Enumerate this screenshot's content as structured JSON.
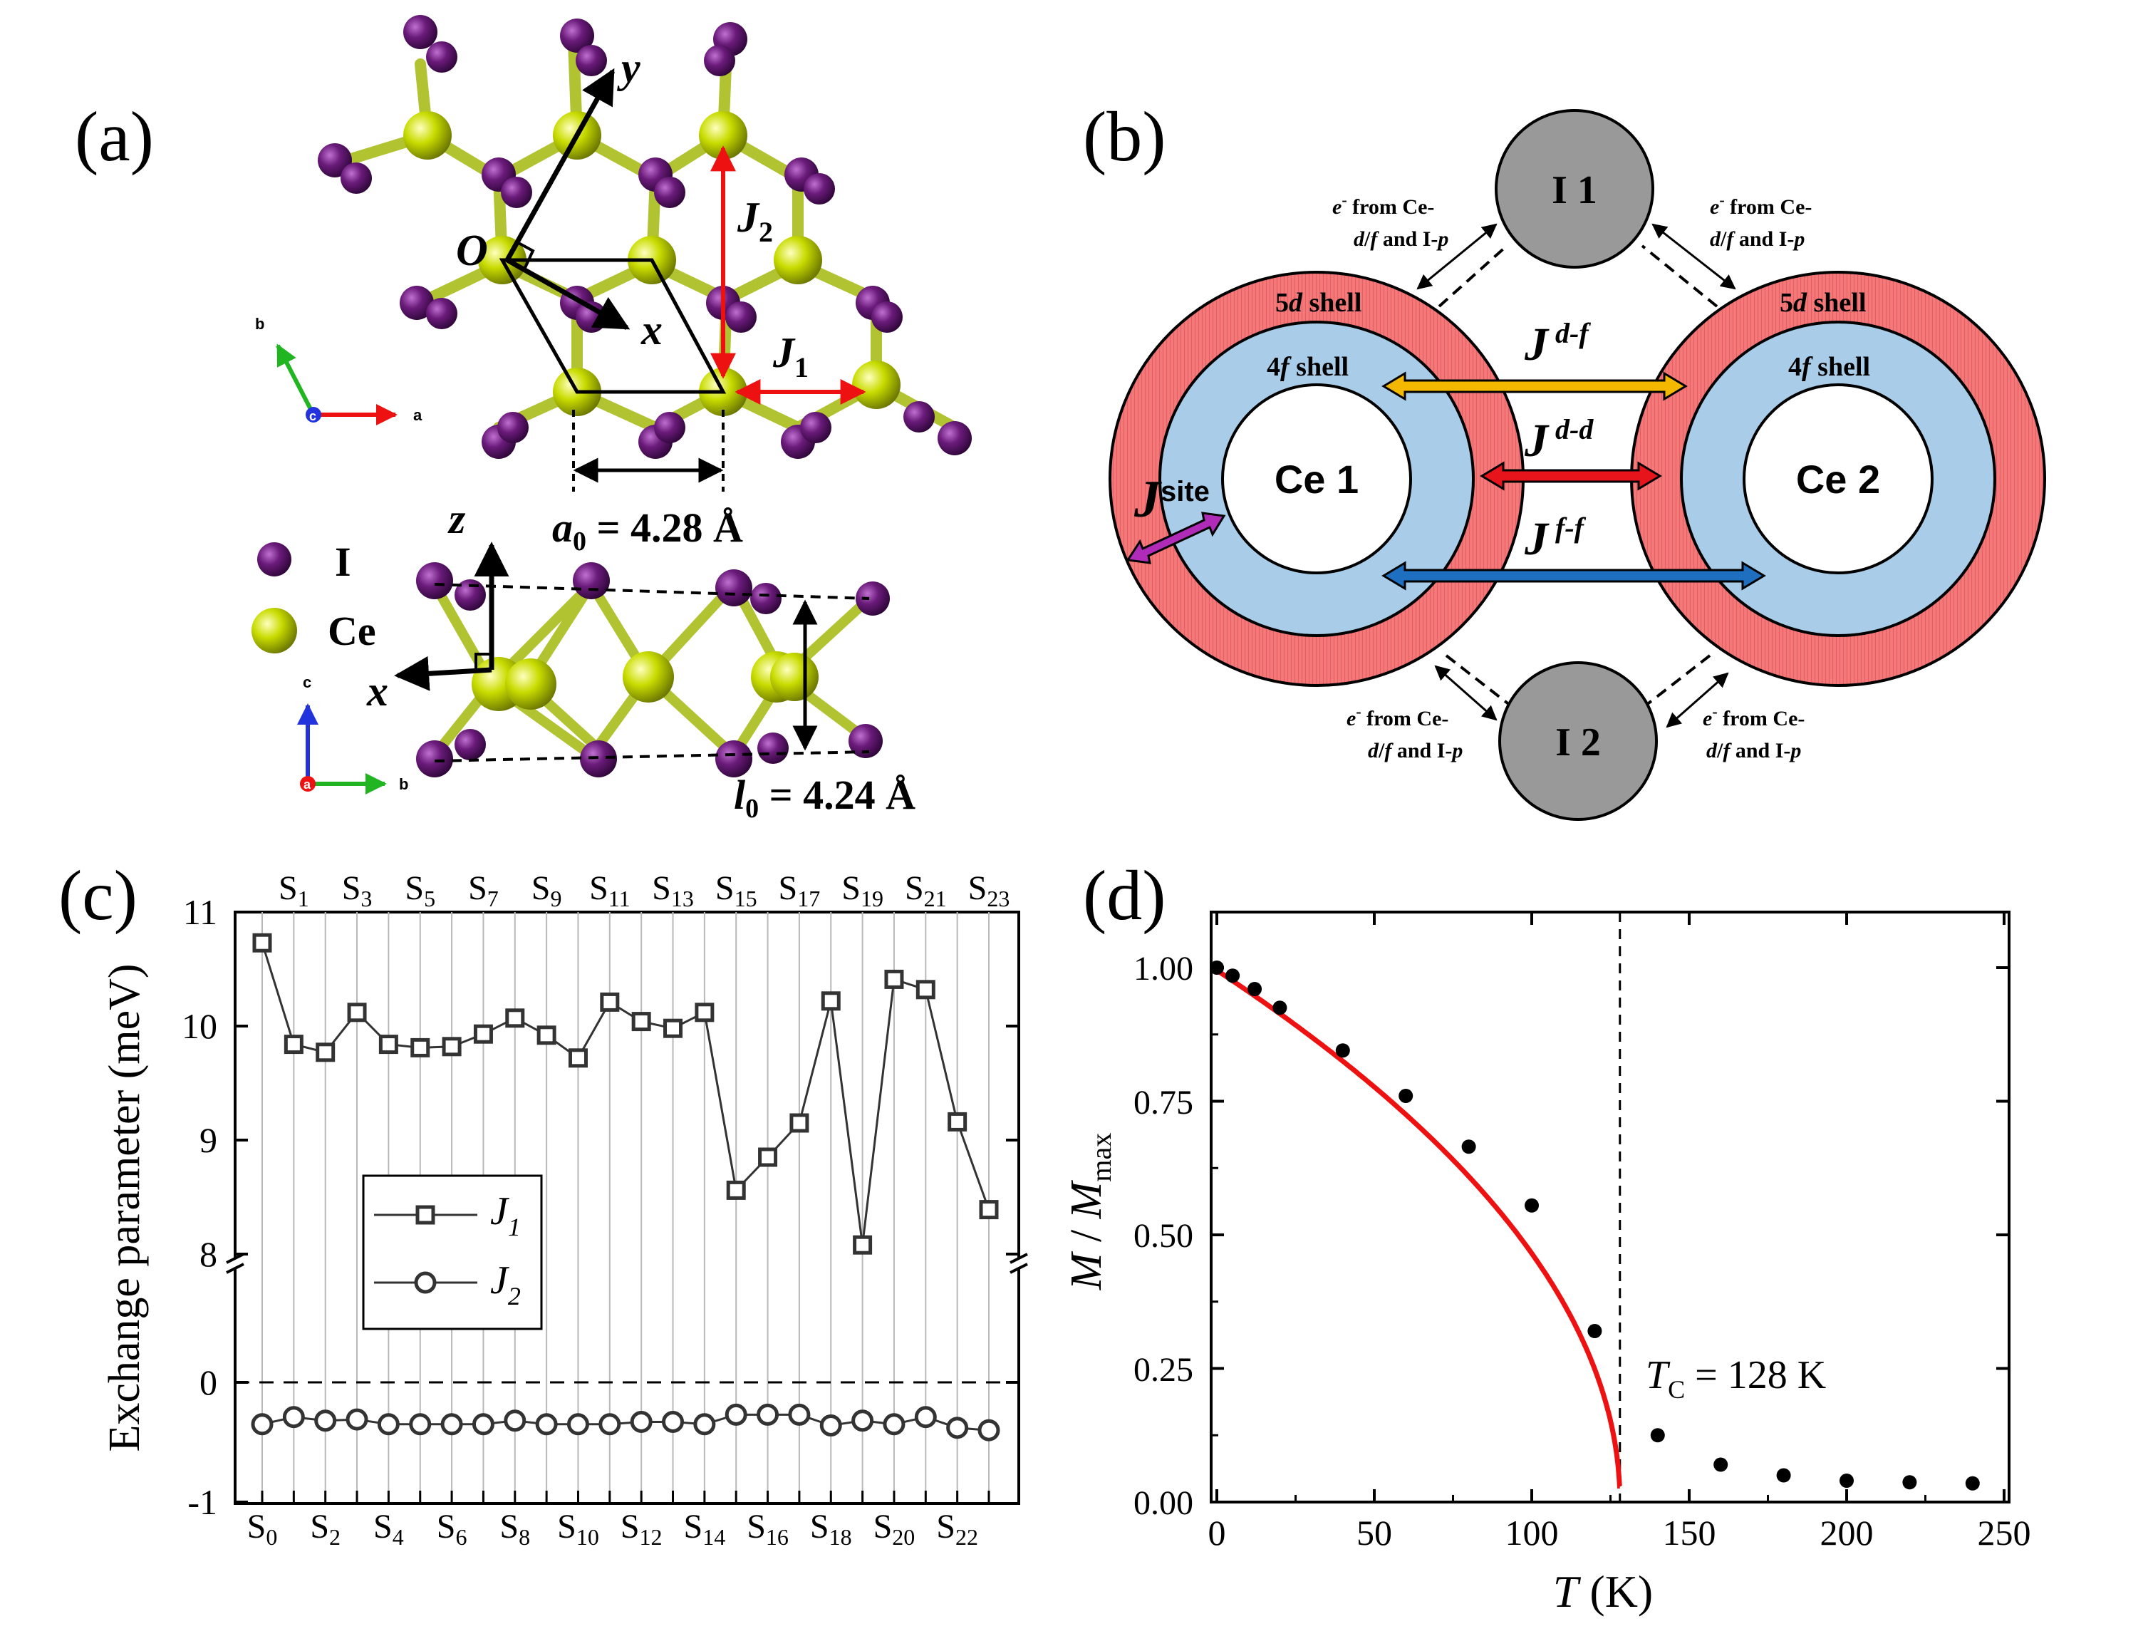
{
  "colors": {
    "iodine": "#6a1b7a",
    "cerium": "#c8dc00",
    "shell_5d": "#f47a7a",
    "shell_4f": "#a9cde8",
    "iodine_node": "#999999",
    "arrow_df": "#f5b800",
    "arrow_dd": "#e8141c",
    "arrow_ff": "#1f6fc0",
    "arrow_site": "#b02cb8",
    "fit_curve": "#ee1111",
    "vector_red": "#ee1111"
  },
  "panel_a": {
    "label": "(a)",
    "axis_x": "x",
    "axis_y": "y",
    "axis_z": "z",
    "origin": "O",
    "j1": "J",
    "j1_sub": "1",
    "j2": "J",
    "j2_sub": "2",
    "a0_text": "a",
    "a0_sub": "0",
    "a0_value": " = 4.28 Å",
    "l0_text": "l",
    "l0_sub": "0",
    "l0_value": " = 4.24 Å",
    "legend_i": "I",
    "legend_ce": "Ce",
    "triad_top": {
      "b": "b",
      "a": "a",
      "c": "c"
    },
    "triad_bottom": {
      "c": "c",
      "a": "a",
      "b": "b"
    }
  },
  "panel_b": {
    "label": "(b)",
    "ce1": "Ce 1",
    "ce2": "Ce 2",
    "i1": "I 1",
    "i2": "I 2",
    "shell5d_num": "5",
    "shell5d_d": "d",
    "shell5d_word": " shell",
    "shell4f_num": "4",
    "shell4f_f": "f",
    "shell4f_word": " shell",
    "j": "J",
    "jdf_sup": " d-f",
    "jdd_sup": " d-d",
    "jff_sup": " f-f",
    "jsite_sup": "site",
    "transfer_e": "e",
    "transfer_minus": "-",
    "transfer_line1": " from Ce-",
    "transfer_d": "d",
    "transfer_slash": "/",
    "transfer_f": "f",
    "transfer_and": " and I-",
    "transfer_p": "p"
  },
  "panel_c": {
    "label": "(c)",
    "ylabel": "Exchange parameter (meV)",
    "yticks": [
      "11",
      "10",
      "9",
      "8",
      "0",
      "-1"
    ],
    "top_labels": [
      "S1",
      "S3",
      "S5",
      "S7",
      "S9",
      "S11",
      "S13",
      "S15",
      "S17",
      "S19",
      "S21",
      "S23"
    ],
    "bottom_labels": [
      "S0",
      "S2",
      "S4",
      "S6",
      "S8",
      "S10",
      "S12",
      "S14",
      "S16",
      "S18",
      "S20",
      "S22"
    ],
    "legend": [
      {
        "letter": "J",
        "sub": "1"
      },
      {
        "letter": "J",
        "sub": "2"
      }
    ]
  },
  "panel_d": {
    "label": "(d)",
    "xlabel_var": "T",
    "xlabel_unit": " (K)",
    "ylabel_m": "M",
    "ylabel_slash": " / ",
    "ylabel_m2": "M",
    "ylabel_sub": "max",
    "xticks": [
      "0",
      "50",
      "100",
      "150",
      "200",
      "250"
    ],
    "yticks": [
      "0.00",
      "0.25",
      "0.50",
      "0.75",
      "1.00"
    ],
    "tc_var": "T",
    "tc_sub": "C",
    "tc_value": " = 128 K"
  },
  "chart_data": [
    {
      "type": "line",
      "panel": "(c)",
      "ylabel": "Exchange parameter (meV)",
      "x": [
        "S0",
        "S1",
        "S2",
        "S3",
        "S4",
        "S5",
        "S6",
        "S7",
        "S8",
        "S9",
        "S10",
        "S11",
        "S12",
        "S13",
        "S14",
        "S15",
        "S16",
        "S17",
        "S18",
        "S19",
        "S20",
        "S21",
        "S22",
        "S23"
      ],
      "ylim": [
        -1,
        11
      ],
      "y_axis_break": [
        0.2,
        8
      ],
      "series": [
        {
          "name": "J1",
          "marker": "square",
          "values": [
            10.73,
            9.84,
            9.77,
            10.12,
            9.84,
            9.81,
            9.82,
            9.93,
            10.07,
            9.92,
            9.72,
            10.21,
            10.04,
            9.98,
            10.12,
            8.56,
            8.85,
            9.15,
            10.22,
            8.08,
            10.41,
            10.32,
            9.16,
            8.39
          ]
        },
        {
          "name": "J2",
          "marker": "circle",
          "values": [
            -0.35,
            -0.29,
            -0.32,
            -0.31,
            -0.35,
            -0.35,
            -0.35,
            -0.35,
            -0.32,
            -0.35,
            -0.35,
            -0.35,
            -0.33,
            -0.33,
            -0.35,
            -0.27,
            -0.27,
            -0.27,
            -0.36,
            -0.32,
            -0.35,
            -0.29,
            -0.38,
            -0.4
          ]
        }
      ],
      "reference_line": 0,
      "grid": "vertical"
    },
    {
      "type": "scatter",
      "panel": "(d)",
      "xlabel": "T (K)",
      "ylabel": "M / Mmax",
      "xlim": [
        0,
        250
      ],
      "ylim": [
        0,
        1.1
      ],
      "series": [
        {
          "name": "data",
          "x": [
            0,
            5,
            12,
            20,
            40,
            60,
            80,
            100,
            120,
            140,
            160,
            180,
            200,
            220,
            240
          ],
          "y": [
            1.0,
            0.985,
            0.96,
            0.925,
            0.845,
            0.76,
            0.665,
            0.555,
            0.32,
            0.125,
            0.07,
            0.05,
            0.04,
            0.037,
            0.035
          ]
        },
        {
          "name": "fit",
          "type": "line",
          "Tc": 128,
          "beta": 0.5,
          "color": "#ee1111"
        }
      ],
      "vertical_line": 128,
      "annotation": "TC = 128 K"
    }
  ]
}
